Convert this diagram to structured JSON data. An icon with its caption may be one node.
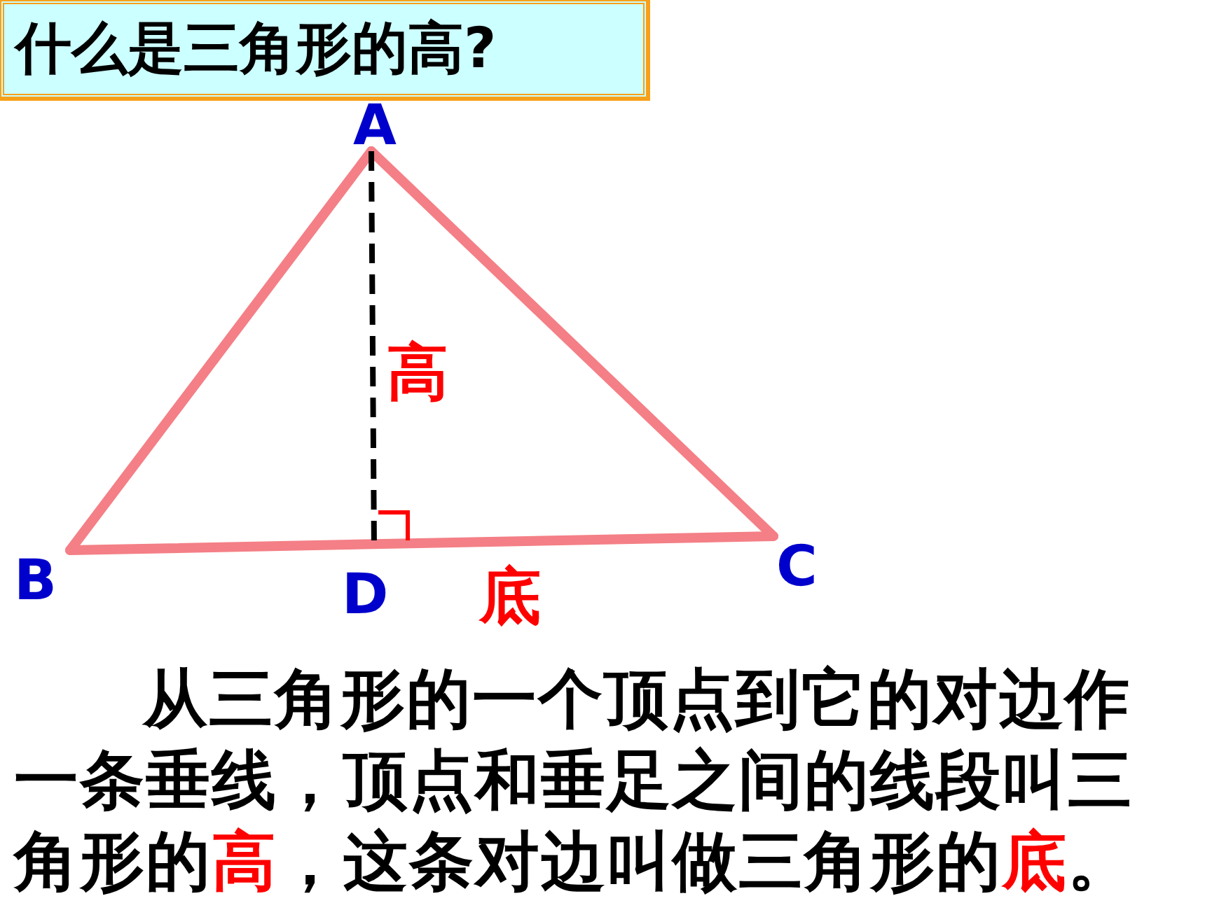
{
  "diagram": {
    "title": "什么是三角形的高?",
    "nodes": [
      {
        "text": [
          "A"
        ]
      },
      {
        "text": [
          "B"
        ]
      },
      {
        "text": [
          "C"
        ]
      },
      {
        "text": [
          "D"
        ]
      }
    ],
    "edges": [
      {
        "from": 0,
        "to": 1,
        "arrow": "none"
      },
      {
        "from": 1,
        "to": 2,
        "arrow": "none",
        "label": "底"
      },
      {
        "from": 2,
        "to": 0,
        "arrow": "none"
      },
      {
        "from": 0,
        "to": 3,
        "arrow": "none",
        "label": "高",
        "style": "dashed",
        "color": "#000000"
      }
    ],
    "labels": [
      "从三角形的一个顶点到它的对边作一条垂线，顶点和垂足之间的线段叫三角形的",
      "高",
      "，这条对边叫做三角形的",
      "底",
      "。"
    ]
  }
}
